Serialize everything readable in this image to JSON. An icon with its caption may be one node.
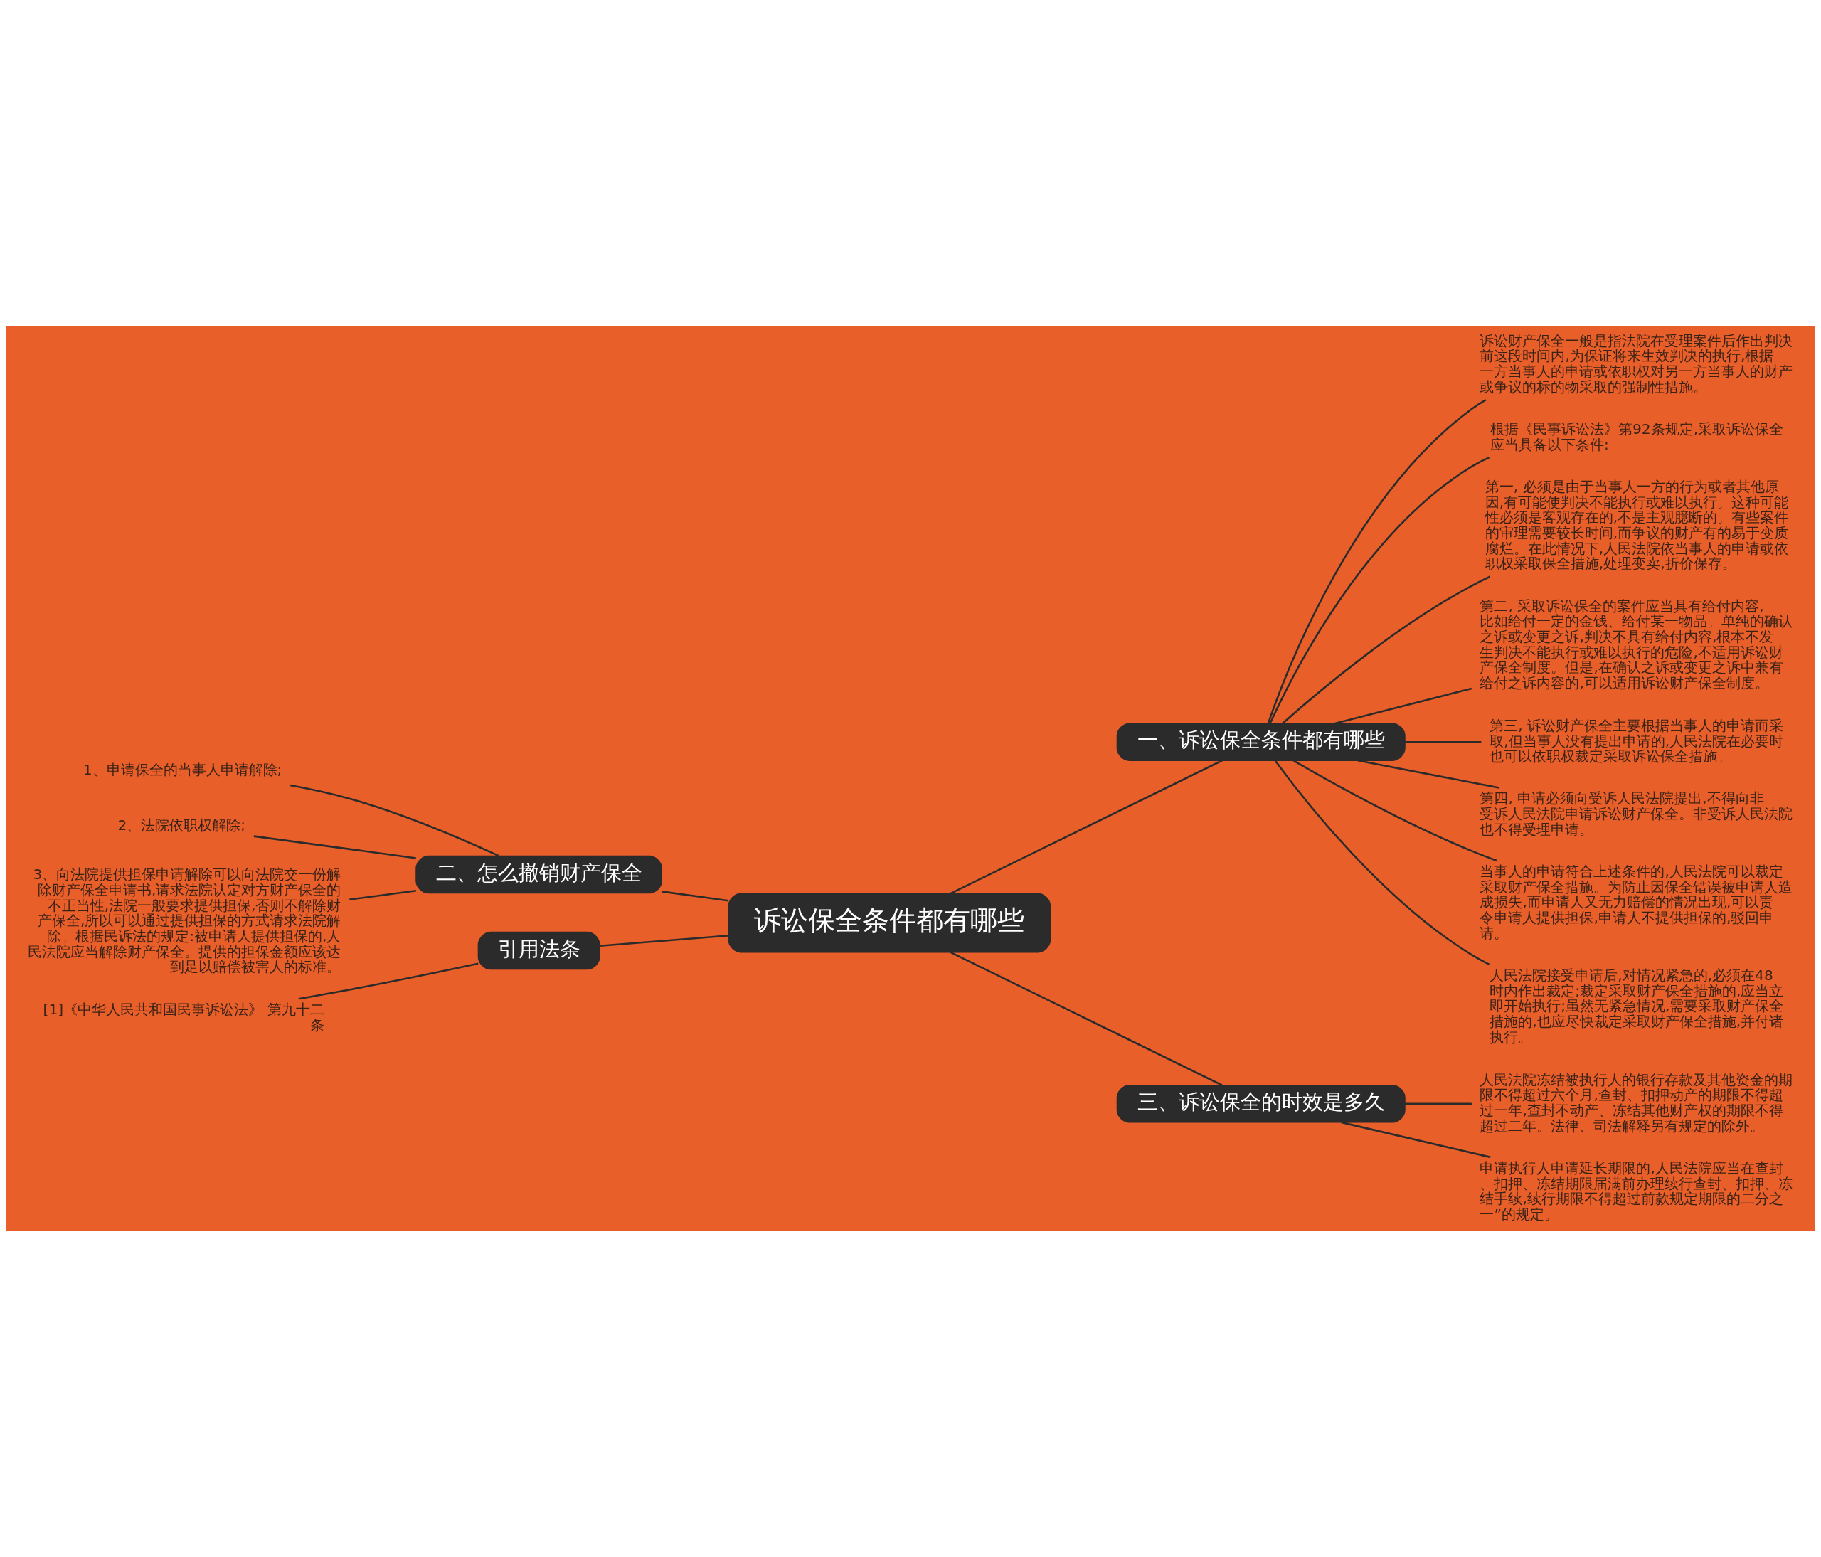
{
  "diagram": {
    "nodes": [
      {
        "text": [
          "诉讼保全条件都有哪些"
        ]
      },
      {
        "text": [
          "一、诉讼保全条件都有哪些"
        ]
      },
      {
        "text": [
          "诉讼财产保全一般是指法院在受理案件后作出判决前这段时间内,为保证将来生效判决的执行,根据一方当事人的申请或依职权对另一方当事人的财产或争议的标的物采取的强制性措施。"
        ]
      },
      {
        "text": [
          "根据《民事诉讼法》第92条规定,采取诉讼保全应当具备以下条件:"
        ]
      },
      {
        "text": [
          "第一, 必须是由于当事人一方的行为或者其他原因,有可能使判决不能执行或难以执行。这种可能性必须是客观存在的,不是主观臆断的。有些案件的审理需要较长时间,而争议的财产有的易于变质腐烂。在此情况下,人民法院依当事人的申请或依职权采取保全措施,处理变卖,折价保存。"
        ]
      },
      {
        "text": [
          "第二, 采取诉讼保全的案件应当具有给付内容,比如给付一定的金钱、给付某一物品。单纯的确认之诉或变更之诉,判决不具有给付内容,根本不发生判决不能执行或难以执行的危险,不适用诉讼财产保全制度。但是,在确认之诉或变更之诉中兼有给付之诉内容的,可以适用诉讼财产保全制度。"
        ]
      },
      {
        "text": [
          "第三, 诉讼财产保全主要根据当事人的申请而采取,但当事人没有提出申请的,人民法院在必要时也可以依职权裁定采取诉讼保全措施。"
        ]
      },
      {
        "text": [
          "第四, 申请必须向受诉人民法院提出,不得向非受诉人民法院申请诉讼财产保全。非受诉人民法院也不得受理申请。"
        ]
      },
      {
        "text": [
          "当事人的申请符合上述条件的,人民法院可以裁定采取财产保全措施。为防止因保全错误被申请人造成损失,而申请人又无力赔偿的情况出现,可以责令申请人提供担保,申请人不提供担保的,驳回申请。"
        ]
      },
      {
        "text": [
          "人民法院接受申请后,对情况紧急的,必须在48时内作出裁定;裁定采取财产保全措施的,应当立即开始执行;虽然无紧急情况,需要采取财产保全措施的,也应尽快裁定采取财产保全措施,并付诸执行。"
        ]
      },
      {
        "text": [
          "二、怎么撤销财产保全"
        ]
      },
      {
        "text": [
          "1、申请保全的当事人申请解除;"
        ]
      },
      {
        "text": [
          "2、法院依职权解除;"
        ]
      },
      {
        "text": [
          "3、向法院提供担保申请解除可以向法院交一份解除财产保全申请书,请求法院认定对方财产保全的不正当性,法院一般要求提供担保,否则不解除财产保全,所以可以通过提供担保的方式请求法院解除。根据民诉法的规定:被申请人提供担保的,人民法院应当解除财产保全。提供的担保金额应该达到足以赔偿被害人的标准。"
        ]
      },
      {
        "text": [
          "引用法条"
        ]
      },
      {
        "text": [
          "[1]《中华人民共和国民事诉讼法》 第九十二条"
        ]
      },
      {
        "text": [
          "三、诉讼保全的时效是多久"
        ]
      },
      {
        "text": [
          "人民法院冻结被执行人的银行存款及其他资金的期限不得超过六个月,查封、扣押动产的期限不得超过一年,查封不动产、冻结其他财产权的期限不得超过二年。法律、司法解释另有规定的除外。"
        ]
      },
      {
        "text": [
          "申请执行人申请延长期限的,人民法院应当在查封、扣押、冻结期限届满前办理续行查封、扣押、冻结手续,续行期限不得超过前款规定期限的二分之一”的规定。"
        ]
      }
    ],
    "edges": [
      {
        "from": 0,
        "to": 1,
        "arrow": "none"
      },
      {
        "from": 1,
        "to": 2,
        "arrow": "none"
      },
      {
        "from": 1,
        "to": 3,
        "arrow": "none"
      },
      {
        "from": 1,
        "to": 4,
        "arrow": "none"
      },
      {
        "from": 1,
        "to": 5,
        "arrow": "none"
      },
      {
        "from": 1,
        "to": 6,
        "arrow": "none"
      },
      {
        "from": 1,
        "to": 7,
        "arrow": "none"
      },
      {
        "from": 1,
        "to": 8,
        "arrow": "none"
      },
      {
        "from": 1,
        "to": 9,
        "arrow": "none"
      },
      {
        "from": 0,
        "to": 10,
        "arrow": "none"
      },
      {
        "from": 10,
        "to": 11,
        "arrow": "none"
      },
      {
        "from": 10,
        "to": 12,
        "arrow": "none"
      },
      {
        "from": 10,
        "to": 13,
        "arrow": "none"
      },
      {
        "from": 0,
        "to": 14,
        "arrow": "none"
      },
      {
        "from": 14,
        "to": 15,
        "arrow": "none"
      },
      {
        "from": 0,
        "to": 16,
        "arrow": "none"
      },
      {
        "from": 16,
        "to": 17,
        "arrow": "none"
      },
      {
        "from": 16,
        "to": 18,
        "arrow": "none"
      }
    ]
  }
}
